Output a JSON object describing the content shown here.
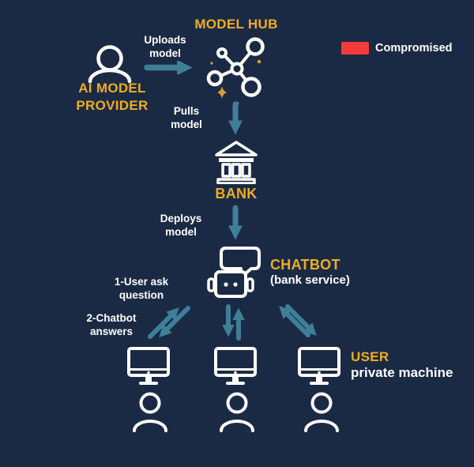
{
  "colors": {
    "background": "#1b2a44",
    "yellow": "#f0ad21",
    "arrow_teal": "#3f7e98",
    "compromised_red": "#f43b3b",
    "icon_white": "#ffffff"
  },
  "legend": {
    "compromised_label": "Compromised"
  },
  "nodes": {
    "model_hub": {
      "label": "MODEL HUB"
    },
    "ai_model_provider": {
      "label_line1": "AI MODEL",
      "label_line2": "PROVIDER"
    },
    "bank": {
      "label": "BANK"
    },
    "chatbot": {
      "label": "CHATBOT",
      "sublabel": "(bank service)"
    },
    "user": {
      "label": "USER",
      "sublabel": "private machine"
    }
  },
  "flows": {
    "uploads": {
      "line1": "Uploads",
      "line2": "model"
    },
    "pulls": {
      "line1": "Pulls",
      "line2": "model"
    },
    "deploys": {
      "line1": "Deploys",
      "line2": "model"
    },
    "user_ask": {
      "line1": "1-User ask",
      "line2": "question"
    },
    "chatbot_answers": {
      "line1": "2-Chatbot",
      "line2": "answers"
    }
  }
}
